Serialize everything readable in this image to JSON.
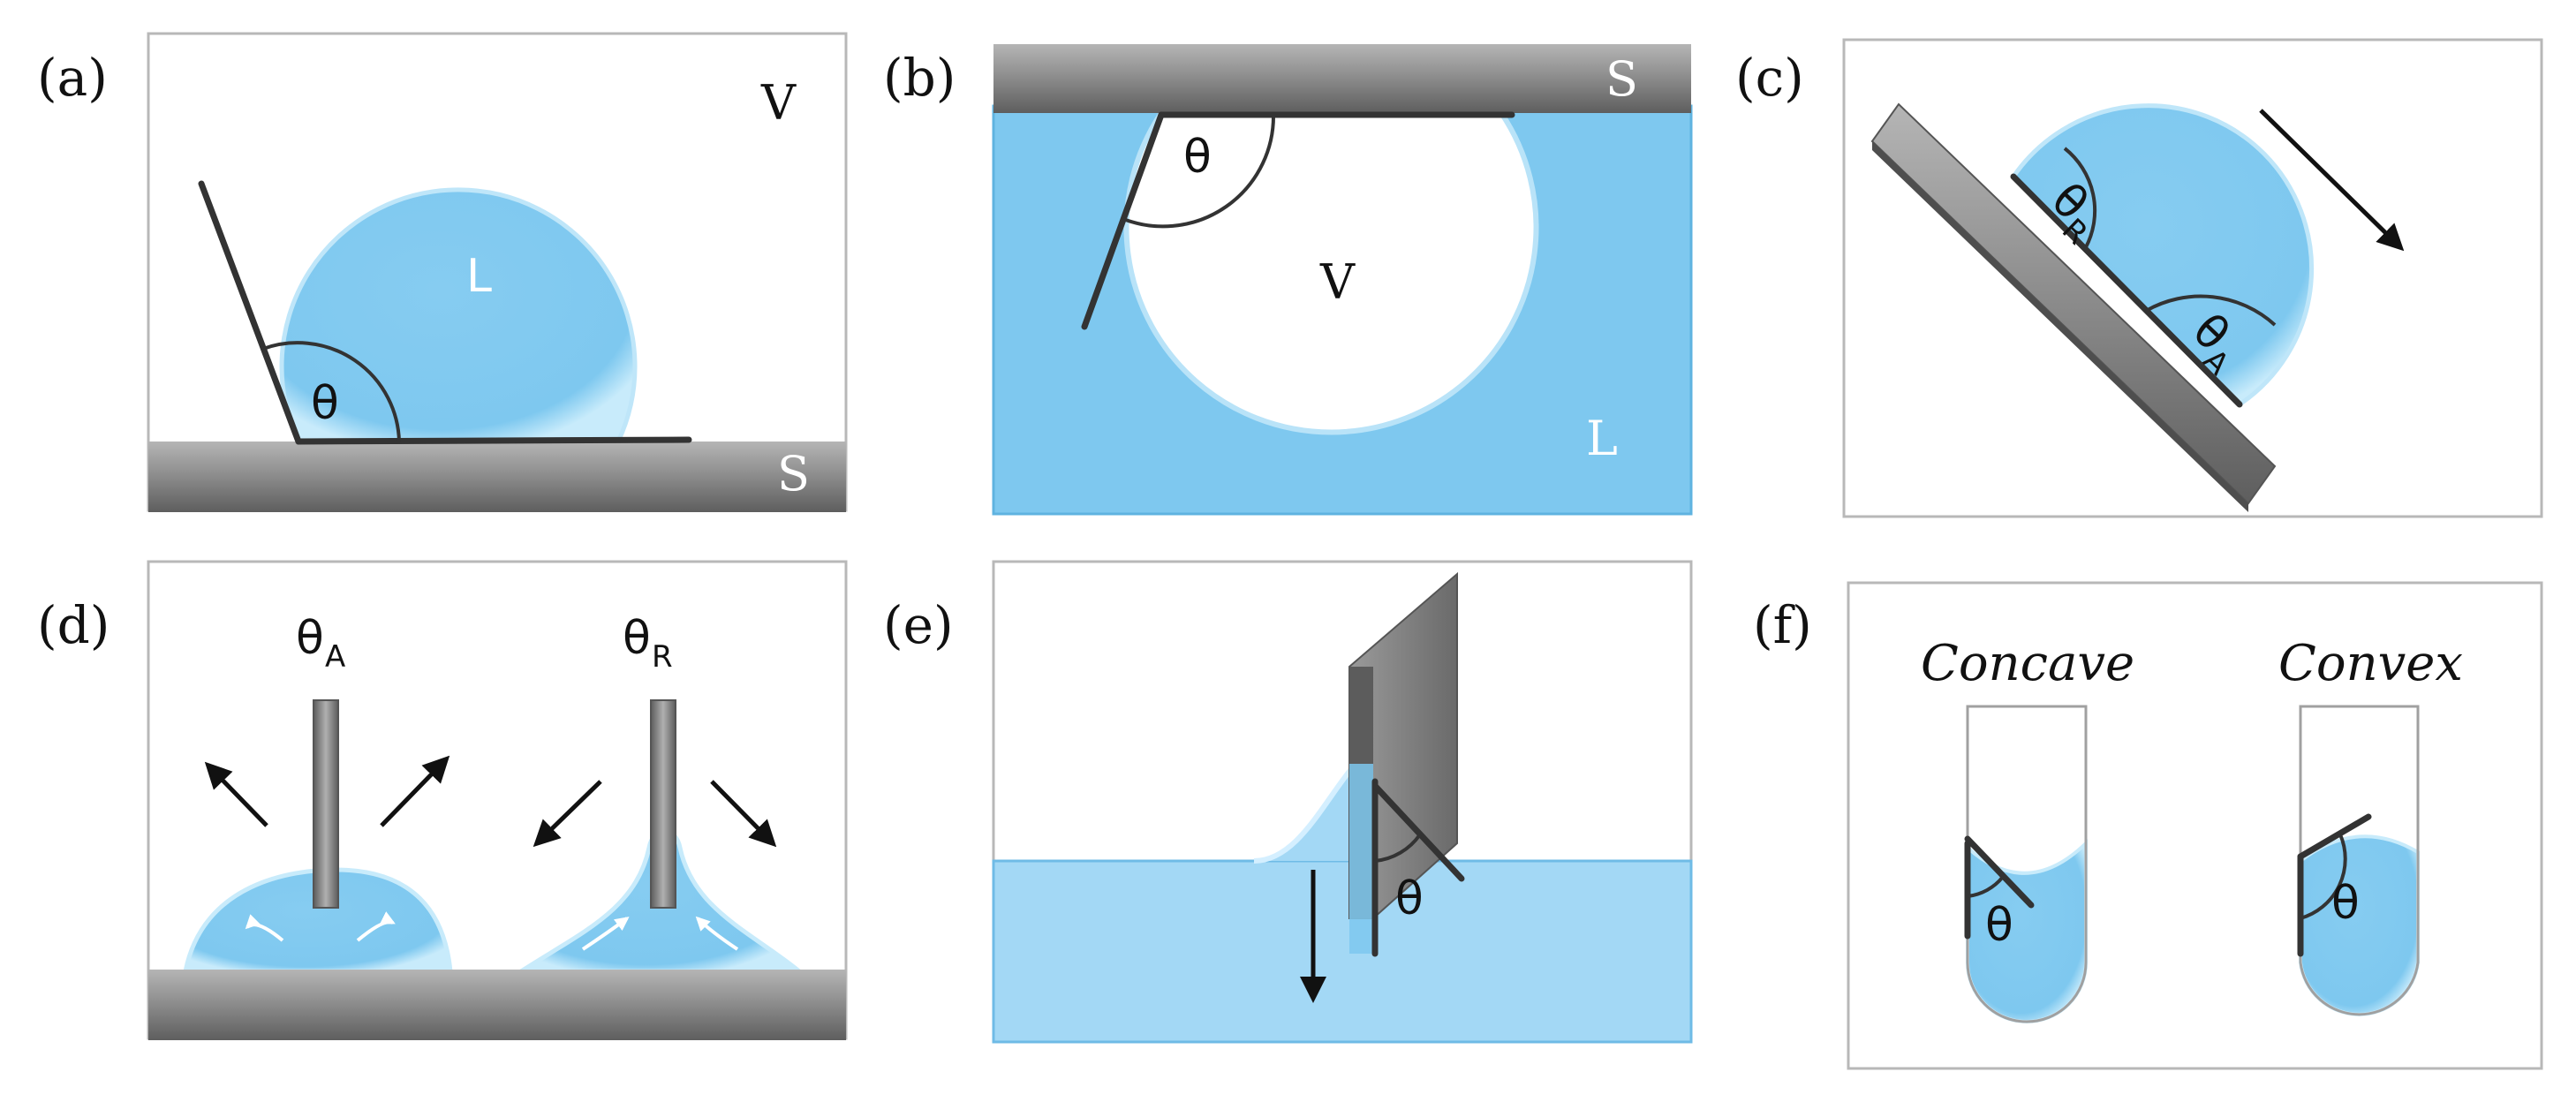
{
  "panels": {
    "a": {
      "label": "(a)",
      "vapor": "V",
      "liquid": "L",
      "solid": "S",
      "angle": "θ"
    },
    "b": {
      "label": "(b)",
      "vapor": "V",
      "liquid": "L",
      "solid": "S",
      "angle": "θ"
    },
    "c": {
      "label": "(c)",
      "theta": "θ",
      "sub_receding": "R",
      "sub_advancing": "A"
    },
    "d": {
      "label": "(d)",
      "theta": "θ",
      "sub_advancing": "A",
      "sub_receding": "R"
    },
    "e": {
      "label": "(e)",
      "angle": "θ"
    },
    "f": {
      "label": "(f)",
      "concave": "Concave",
      "convex": "Convex",
      "angle": "θ"
    }
  },
  "colors": {
    "liquid": "#7ec8ef",
    "liquid_light": "#a3d8f5",
    "liquid_highlight": "#d4efff",
    "solid": "#8a8a8a",
    "solid_dark": "#6a6a6a",
    "frame": "#b8b8b8"
  }
}
